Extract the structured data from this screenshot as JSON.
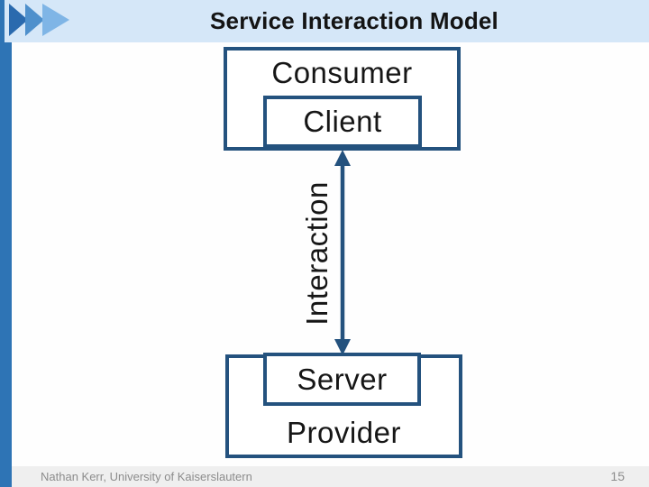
{
  "slide": {
    "header": {
      "title": "Service Interaction Model"
    },
    "diagram": {
      "consumer_label": "Consumer",
      "client_label": "Client",
      "interaction_label": "Interaction",
      "server_label": "Server",
      "provider_label": "Provider"
    },
    "footer": {
      "author": "Nathan Kerr, University of Kaiserslautern",
      "page_number": "15"
    },
    "icons": {
      "chevrons": "chevron-right-icon",
      "arrow": "double-headed-vertical-arrow-icon"
    },
    "colors": {
      "header_bg": "#D5E7F8",
      "accent_bar": "#2E74B5",
      "box_border": "#24527E",
      "chevron_dark": "#2A6AAE",
      "chevron_mid": "#4E90CC",
      "chevron_light": "#7FB5E6",
      "footer_bg": "#EFEFEF",
      "footer_text": "#8C8C8C",
      "title_color": "#141414",
      "label_color": "#161616"
    }
  }
}
